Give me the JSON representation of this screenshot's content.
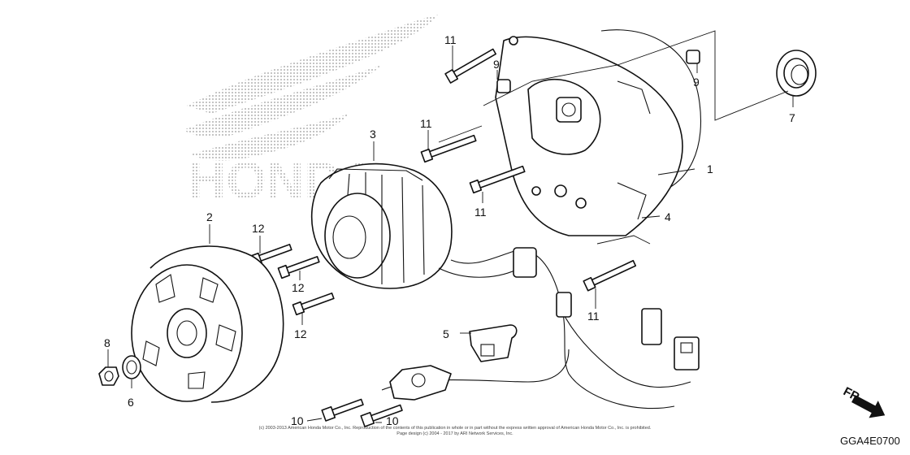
{
  "callouts": {
    "c1": "1",
    "c2": "2",
    "c3": "3",
    "c4": "4",
    "c5": "5",
    "c6": "6",
    "c7": "7",
    "c8": "8",
    "c9a": "9",
    "c9b": "9",
    "c10a": "10",
    "c10b": "10",
    "c11a": "11",
    "c11b": "11",
    "c11c": "11",
    "c11d": "11",
    "c12a": "12",
    "c12b": "12",
    "c12c": "12"
  },
  "watermark": {
    "text": "HONDA"
  },
  "direction": {
    "label": "FR."
  },
  "diagram_code": "GGA4E0700",
  "copyright": {
    "line1": "(c) 2003-2013 American Honda Motor Co., Inc. Reproduction of the contents of this publication in whole or in part without the express written approval of American Honda Motor Co., Inc. is prohibited.",
    "line2": "Page design (c) 2004 - 2017 by ARI Network Services, Inc."
  }
}
